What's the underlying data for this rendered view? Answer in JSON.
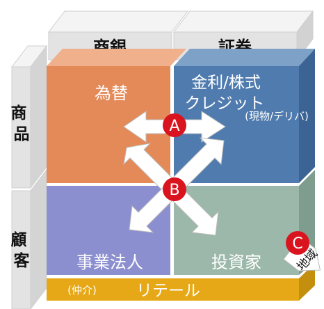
{
  "columns": {
    "bank": "商銀",
    "securities": "証券"
  },
  "rows": {
    "product": "商品",
    "customer": "顧客"
  },
  "cells": {
    "fx": "為替",
    "rates_line1": "金利/株式",
    "rates_line2": "クレジット",
    "rates_note": "(現物/デリバ)",
    "corporate": "事業法人",
    "investor": "投資家"
  },
  "retail": {
    "note": "(仲介)",
    "label": "リテール"
  },
  "markers": {
    "a": "A",
    "b": "B",
    "c": "C"
  },
  "region_tag": "地域",
  "colors": {
    "fx_cell": "#E48A58",
    "rates_cell": "#4F7BAE",
    "corporate_cell": "#8C8FCF",
    "investor_cell": "#9CB8AA",
    "retail_bar": "#E6A817",
    "marker": "#D9141E",
    "header_gray": "#E5E5E5"
  }
}
